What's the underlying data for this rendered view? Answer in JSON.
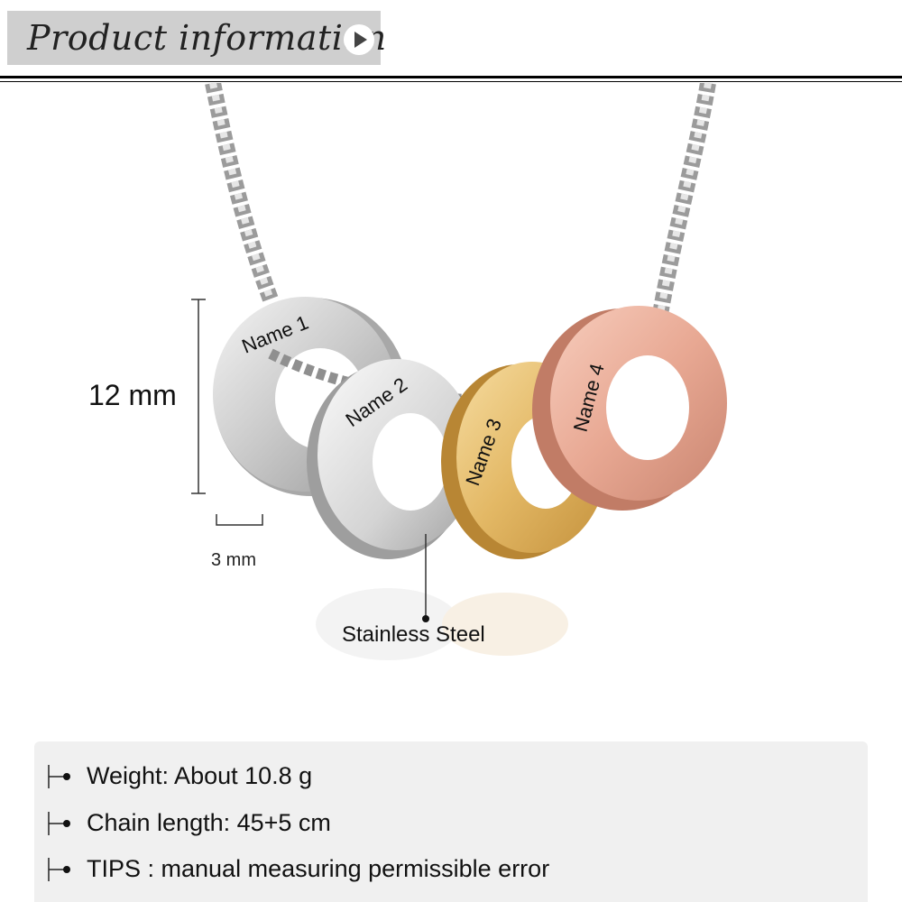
{
  "header": {
    "title": "Product information"
  },
  "product": {
    "rings": [
      {
        "label": "Name 1",
        "color": "#d8d8d8"
      },
      {
        "label": "Name 2",
        "color": "#dcdcdc"
      },
      {
        "label": "Name 3",
        "color": "#e3b865"
      },
      {
        "label": "Name 4",
        "color": "#e8a893"
      }
    ],
    "dimensions": {
      "height": "12 mm",
      "thickness": "3 mm"
    },
    "material": "Stainless Steel"
  },
  "specs": [
    {
      "text": "Weight: About 10.8 g"
    },
    {
      "text": "Chain length: 45+5 cm"
    },
    {
      "text": "TIPS : manual measuring permissible error"
    }
  ],
  "colors": {
    "banner": "#cfcfcf",
    "panel": "#f0f0f0",
    "silver": "#d8d8d8",
    "gold": "#e3b865",
    "rose_gold": "#e8a893"
  }
}
